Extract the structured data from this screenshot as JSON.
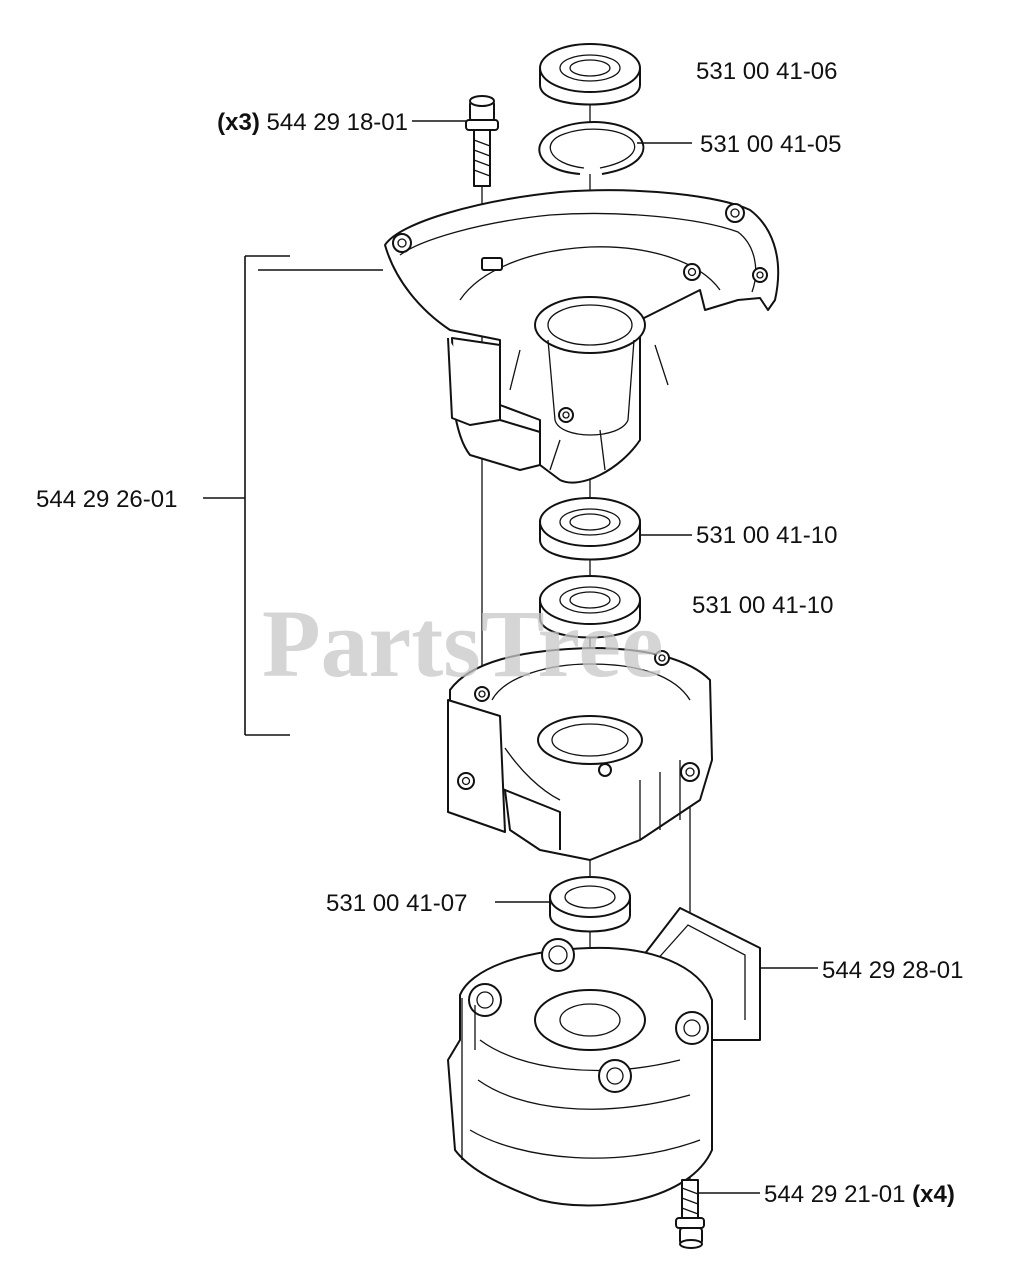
{
  "watermark": "PartsTree",
  "parts": [
    {
      "id": "p1",
      "qty": "",
      "number": "531 00 41-06"
    },
    {
      "id": "p2",
      "qty": "",
      "number": "531 00 41-05"
    },
    {
      "id": "p3",
      "qty": "(x3)",
      "number": "544 29 18-01"
    },
    {
      "id": "p4",
      "qty": "",
      "number": "544 29 26-01"
    },
    {
      "id": "p5",
      "qty": "",
      "number": "531 00 41-10"
    },
    {
      "id": "p6",
      "qty": "",
      "number": "531 00 41-10"
    },
    {
      "id": "p7",
      "qty": "",
      "number": "531 00 41-07"
    },
    {
      "id": "p8",
      "qty": "",
      "number": "544 29 28-01"
    },
    {
      "id": "p9",
      "qty": "(x4)",
      "number": "544 29 21-01"
    }
  ]
}
